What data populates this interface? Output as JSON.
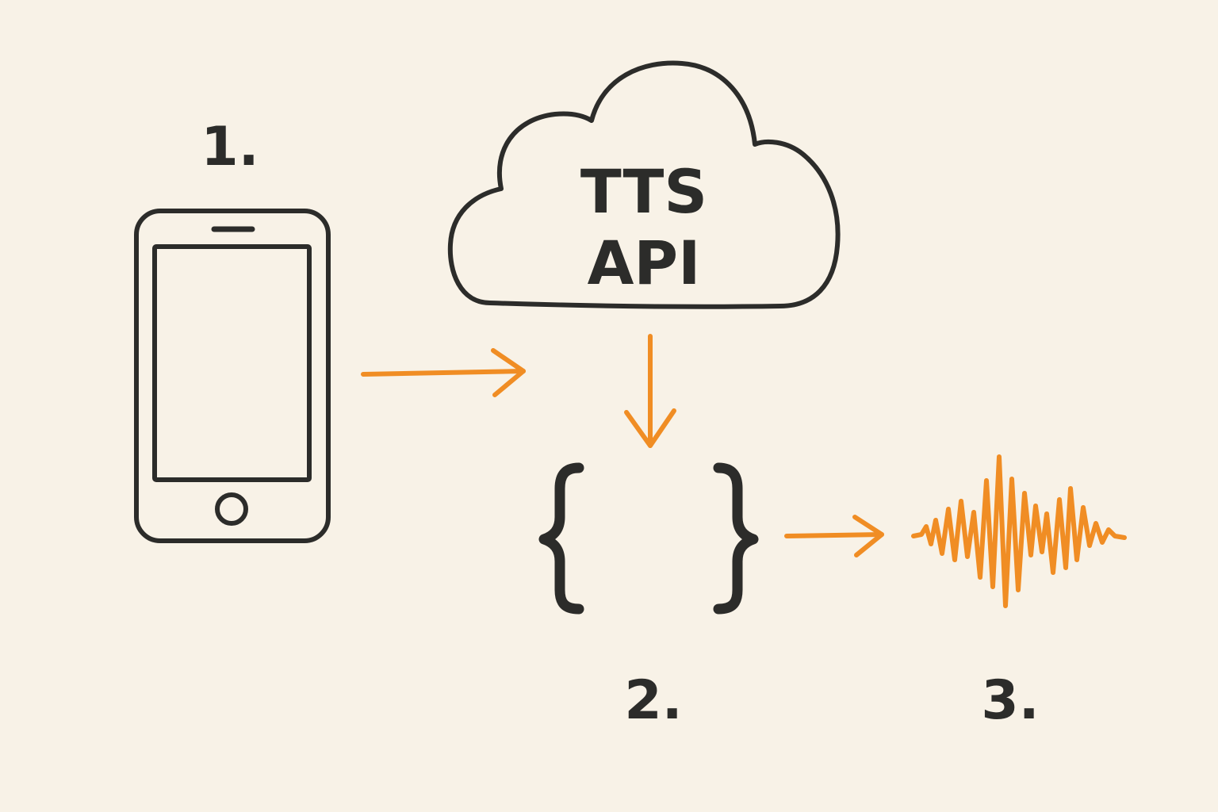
{
  "diagram": {
    "step1_label": "1.",
    "step2_label": "2.",
    "step3_label": "3.",
    "cloud_line1": "TTS",
    "cloud_line2": "API"
  },
  "colors": {
    "background": "#f8f2e7",
    "ink": "#2c2c2a",
    "accent": "#f08d24"
  },
  "icons": [
    "smartphone-icon",
    "cloud-icon",
    "curly-braces-icon",
    "audio-waveform-icon",
    "arrow-right-icon",
    "arrow-down-icon"
  ]
}
